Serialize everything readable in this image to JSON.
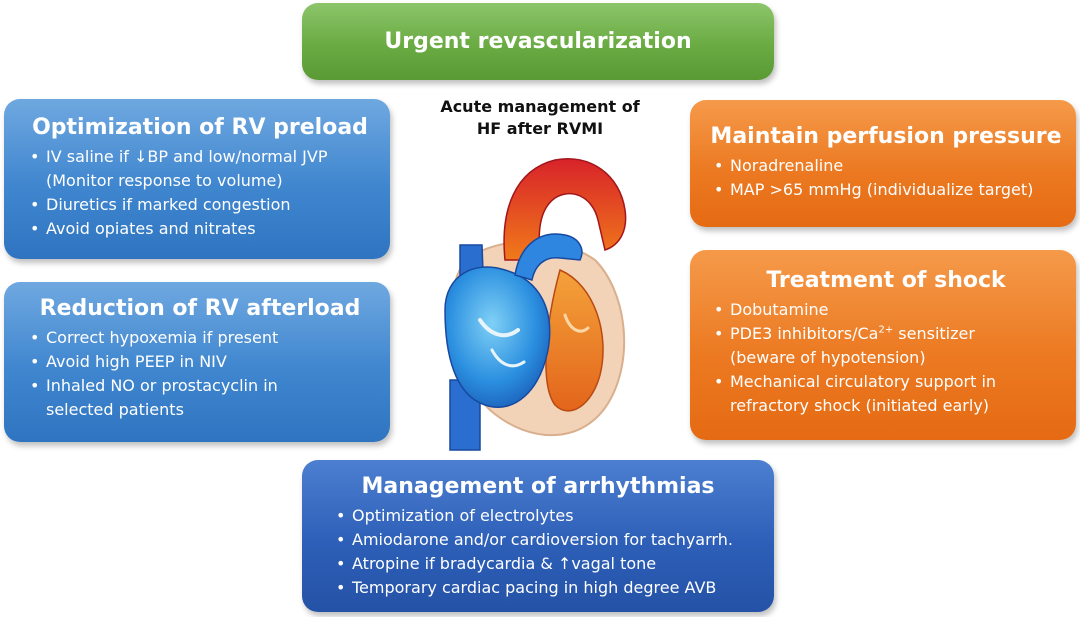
{
  "center_title": {
    "line1": "Acute management of",
    "line2": "HF after RVMI"
  },
  "top_box": {
    "title": "Urgent revascularization"
  },
  "preload": {
    "title": "Optimization of RV preload",
    "item1_line1": "IV saline if ↓BP and low/normal JVP",
    "item1_line2": "(Monitor response to volume)",
    "item2": "Diuretics if marked congestion",
    "item3": "Avoid opiates and nitrates"
  },
  "afterload": {
    "title": "Reduction of RV afterload",
    "item1": "Correct hypoxemia if present",
    "item2": "Avoid high PEEP in NIV",
    "item3_line1": "Inhaled NO or prostacyclin in",
    "item3_line2": "selected patients"
  },
  "perfusion": {
    "title": "Maintain perfusion pressure",
    "item1": "Noradrenaline",
    "item2": "MAP >65 mmHg (individualize target)"
  },
  "shock": {
    "title": "Treatment of shock",
    "item1": "Dobutamine",
    "item2_pre": "PDE3 inhibitors/Ca",
    "item2_sup": "2+",
    "item2_post": " sensitizer",
    "item2_line2": "(beware of hypotension)",
    "item3_line1": "Mechanical circulatory support in",
    "item3_line2": "refractory shock (initiated early)"
  },
  "arrhythmias": {
    "title": "Management of arrhythmias",
    "item1": "Optimization of electrolytes",
    "item2": "Amiodarone and/or cardioversion for tachyarrh.",
    "item3": "Atropine if bradycardia & ↑vagal tone",
    "item4": "Temporary cardiac pacing in high degree AVB"
  },
  "colors": {
    "green": "#6aab43",
    "light_blue": "#3f86cf",
    "dark_blue": "#2d5fb8",
    "orange": "#ec7a22"
  },
  "icons": {
    "center_image": "heart-illustration"
  }
}
